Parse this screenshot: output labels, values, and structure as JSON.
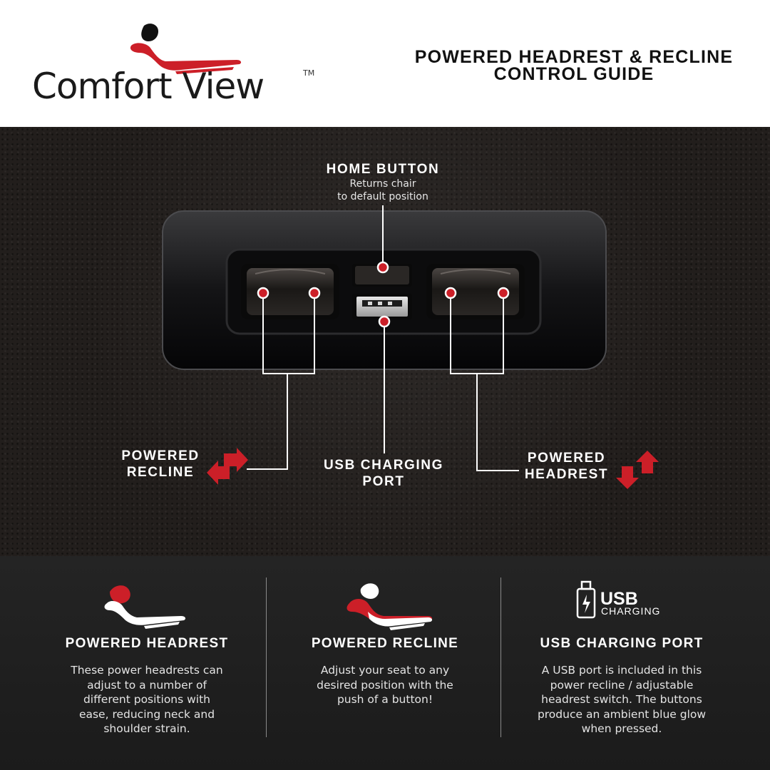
{
  "brand": {
    "name": "Comfort View",
    "trademark": "TM",
    "accent_color": "#cc1f28"
  },
  "header": {
    "title_line1": "POWERED HEADREST & RECLINE",
    "title_line2": "CONTROL GUIDE"
  },
  "callouts": {
    "home": {
      "title": "HOME BUTTON",
      "sub_line1": "Returns chair",
      "sub_line2": "to default position"
    },
    "recline": {
      "line1": "POWERED",
      "line2": "RECLINE"
    },
    "usb": {
      "line1": "USB CHARGING",
      "line2": "PORT"
    },
    "headrest": {
      "line1": "POWERED",
      "line2": "HEADREST"
    }
  },
  "features": [
    {
      "icon": "headrest-chair-icon",
      "title": "POWERED HEADREST",
      "body": "These power headrests can adjust to a number of different positions with ease, reducing neck and shoulder strain."
    },
    {
      "icon": "recline-chair-icon",
      "title": "POWERED RECLINE",
      "body": "Adjust your seat to any desired position with the push of a button!"
    },
    {
      "icon": "usb-charging-icon",
      "icon_word": "USB",
      "icon_sub": "CHARGING",
      "title": "USB CHARGING PORT",
      "body": "A USB port is included in this power recline / adjustable headrest switch. The buttons produce an ambient blue glow when pressed."
    }
  ]
}
